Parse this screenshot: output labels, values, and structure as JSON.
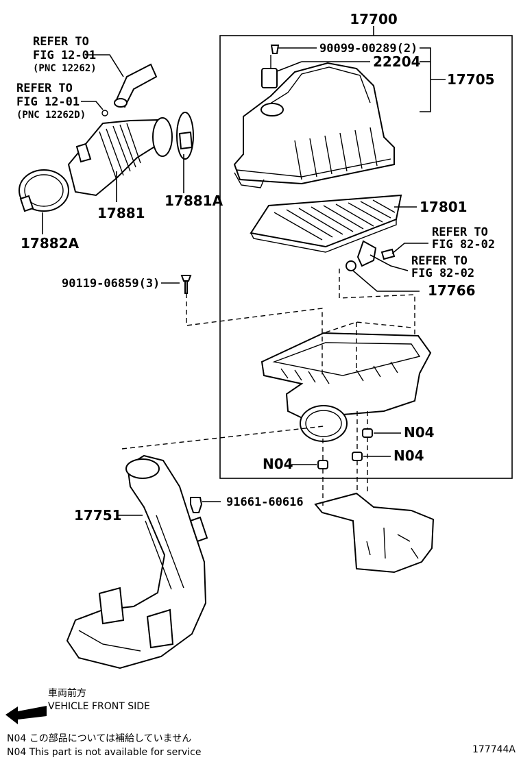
{
  "labels": {
    "assembly": "17700",
    "screw_upper": "90099-00289(2)",
    "sensor": "22204",
    "cap_sub": "17705",
    "refer1_a": "REFER TO",
    "refer1_b": "FIG 12-01",
    "refer1_c": "(PNC 12262)",
    "refer2_a": "REFER TO",
    "refer2_b": "FIG 12-01",
    "refer2_c": "(PNC 12262D)",
    "hose": "17881",
    "clamp_a": "17881A",
    "clamp_b": "17882A",
    "element": "17801",
    "refer3_a": "REFER TO",
    "refer3_b": "FIG 82-02",
    "refer4_a": "REFER TO",
    "refer4_b": "FIG 82-02",
    "grommet": "17766",
    "bolt_left": "90119-06859(3)",
    "n04_a": "N04",
    "n04_b": "N04",
    "n04_c": "N04",
    "inlet": "17751",
    "bolt_lower": "91661-60616"
  },
  "footer": {
    "front_jp": "車両前方",
    "front_en": "VEHICLE FRONT SIDE",
    "note_jp": "N04  この部品については補給していません",
    "note_en": "N04  This part is not available for service",
    "fig_code": "177744A"
  }
}
